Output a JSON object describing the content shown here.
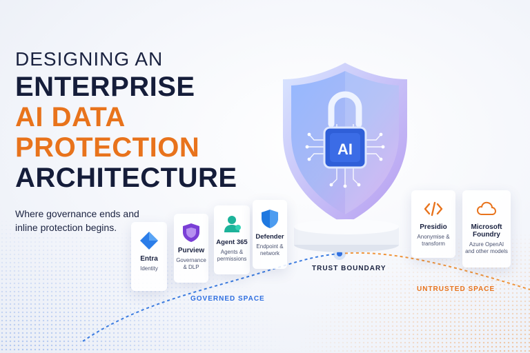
{
  "title": {
    "line1": "DESIGNING AN",
    "line2": "ENTERPRISE",
    "line3": "AI DATA",
    "line4": "PROTECTION",
    "line5": "ARCHITECTURE"
  },
  "subtitle": "Where governance ends and inline protection begins.",
  "shield": {
    "chip_label": "AI"
  },
  "governed_cards": [
    {
      "name": "Entra",
      "desc": "Identity",
      "icon": "diamond-icon",
      "color": "#2b7de9"
    },
    {
      "name": "Purview",
      "desc": "Governance & DLP",
      "icon": "purview-shield-icon",
      "color": "#7a3fd6"
    },
    {
      "name": "Agent 365",
      "desc": "Agents & permissions",
      "icon": "agents-icon",
      "color": "#1db39a"
    },
    {
      "name": "Defender",
      "desc": "Endpoint & network",
      "icon": "defender-shield-icon",
      "color": "#1e78e0"
    }
  ],
  "untrusted_cards": [
    {
      "name": "Presidio",
      "desc": "Anonymise & transform",
      "icon": "code-brackets-icon",
      "color": "#e8731c"
    },
    {
      "name": "Microsoft Foundry",
      "desc": "Azure OpenAI and other models",
      "icon": "cloud-icon",
      "color": "#e8731c"
    }
  ],
  "labels": {
    "governed": "GOVERNED SPACE",
    "boundary": "TRUST BOUNDARY",
    "untrusted": "UNTRUSTED SPACE"
  },
  "colors": {
    "navy": "#151d3a",
    "orange": "#e8731c",
    "blue": "#3a7be0"
  }
}
